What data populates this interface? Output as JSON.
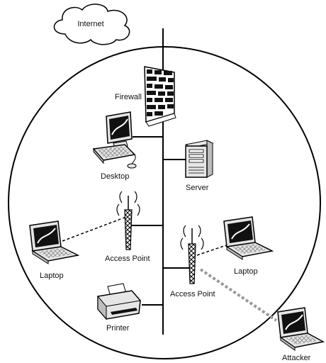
{
  "labels": {
    "internet": "Internet",
    "firewall": "Firewall",
    "desktop": "Desktop",
    "server": "Server",
    "laptop_left": "Laptop",
    "access_point_left": "Access Point",
    "laptop_right": "Laptop",
    "access_point_right": "Access Point",
    "printer": "Printer",
    "attacker": "Attacker"
  },
  "colors": {
    "line": "#000000",
    "wireless_link": "#000000",
    "attacker_link": "#9a9a9a",
    "screen": "#111111",
    "device_fill": "#e6e6e6"
  },
  "icons": {
    "internet": "cloud-icon",
    "firewall": "brick-wall-icon",
    "desktop": "desktop-computer-icon",
    "server": "tower-server-icon",
    "access_point": "antenna-tower-icon",
    "laptop": "laptop-icon",
    "printer": "printer-icon"
  }
}
